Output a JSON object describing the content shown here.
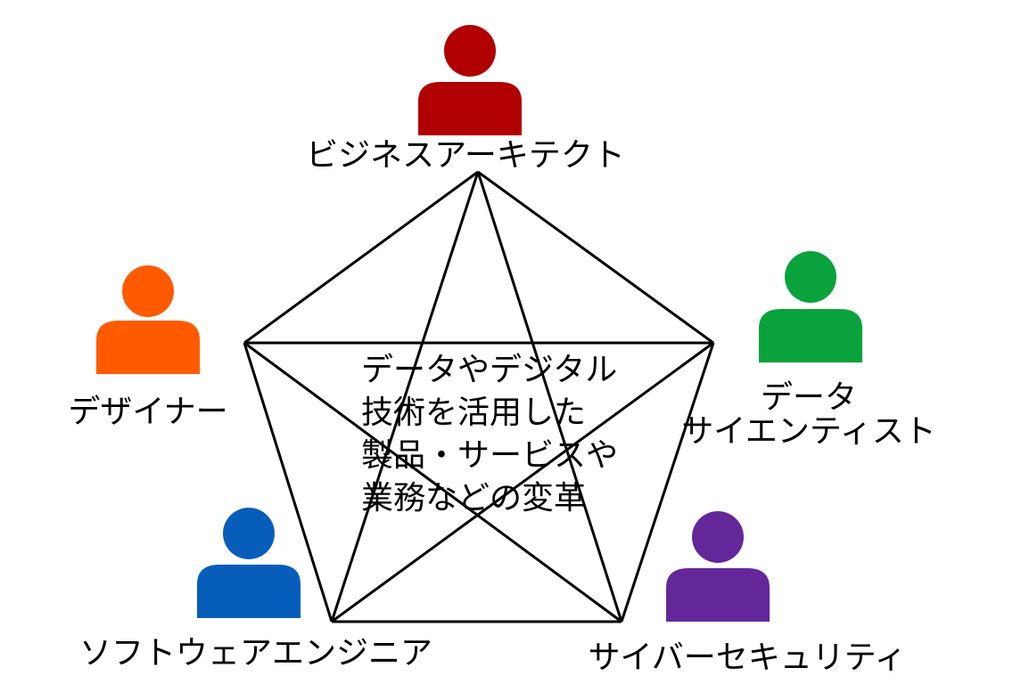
{
  "center_text": {
    "lines": [
      "データやデジタル",
      "技術を活用した",
      "製品・サービスや",
      "業務などの変革"
    ]
  },
  "roles": [
    {
      "id": "business-architect",
      "label": "ビジネスアーキテクト",
      "color": "#B00000",
      "icon": "person-icon"
    },
    {
      "id": "data-scientist",
      "label_lines": [
        "データ",
        "サイエンティスト"
      ],
      "color": "#0AA23C",
      "icon": "person-icon"
    },
    {
      "id": "cybersecurity",
      "label": "サイバーセキュリティ",
      "color": "#63279A",
      "icon": "person-icon"
    },
    {
      "id": "software-engineer",
      "label": "ソフトウェアエンジニア",
      "color": "#075EBA",
      "icon": "person-icon"
    },
    {
      "id": "designer",
      "label": "デザイナー",
      "color": "#FF5A00",
      "icon": "person-icon"
    }
  ],
  "line_color": "#000000",
  "inner_line_color": "#5a5a5a"
}
